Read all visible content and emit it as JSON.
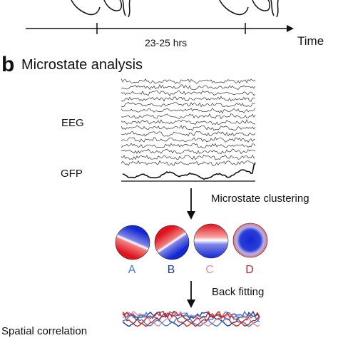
{
  "timeline": {
    "axis_label": "Time",
    "duration_label": "23-25 hrs"
  },
  "panel_b": {
    "letter": "b",
    "title": "Microstate analysis",
    "eeg_label": "EEG",
    "gfp_label": "GFP",
    "clustering_label": "Microstate clustering",
    "backfitting_label": "Back fitting",
    "spatial_label": "Spatial correlation"
  },
  "microstates": [
    {
      "label": "A",
      "color": "#3d7cc9"
    },
    {
      "label": "B",
      "color": "#1a3f9a"
    },
    {
      "label": "C",
      "color": "#e88a9a"
    },
    {
      "label": "D",
      "color": "#c42a2a"
    }
  ],
  "colors": {
    "map_red": "#e0141e",
    "map_blue": "#1428d2",
    "trace": "#333333"
  }
}
